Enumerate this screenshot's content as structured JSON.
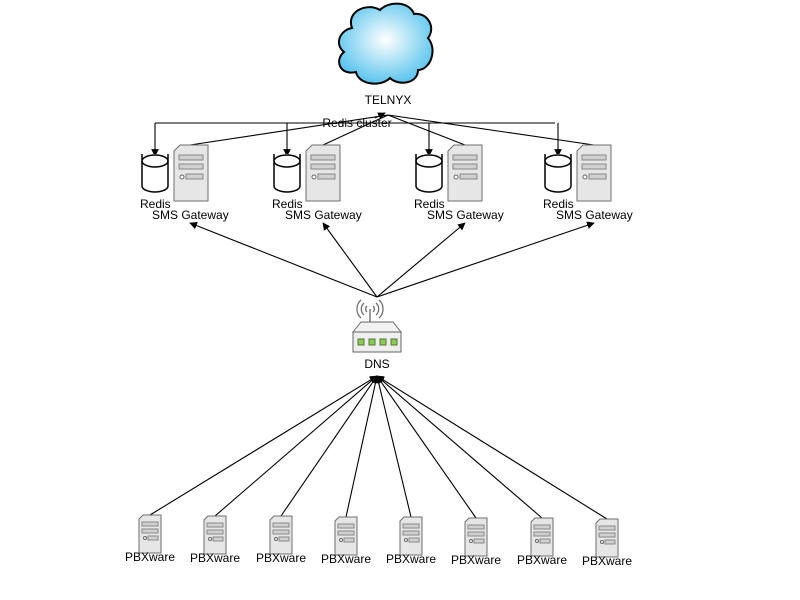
{
  "colors": {
    "edge": "#000000",
    "cloud_center": "#ffffff",
    "cloud_edge": "#5ec6ee",
    "server_body": "#e6e6e6",
    "server_stroke": "#6f6f6f",
    "drum_fill": "#ffffff",
    "led": "#88cc55"
  },
  "diagram": {
    "cloud": {
      "label": "TELNYX",
      "icon": "cloud-icon"
    },
    "cluster": {
      "label": "Redis cluster"
    },
    "router": {
      "label": "DNS",
      "icon": "router-icon"
    },
    "nodes": [
      {
        "redis_label": "Redis",
        "gateway_label": "SMS Gateway"
      },
      {
        "redis_label": "Redis",
        "gateway_label": "SMS Gateway"
      },
      {
        "redis_label": "Redis",
        "gateway_label": "SMS Gateway"
      },
      {
        "redis_label": "Redis",
        "gateway_label": "SMS Gateway"
      }
    ],
    "pbx": [
      {
        "label": "PBXware"
      },
      {
        "label": "PBXware"
      },
      {
        "label": "PBXware"
      },
      {
        "label": "PBXware"
      },
      {
        "label": "PBXware"
      },
      {
        "label": "PBXware"
      },
      {
        "label": "PBXware"
      },
      {
        "label": "PBXware"
      }
    ]
  }
}
